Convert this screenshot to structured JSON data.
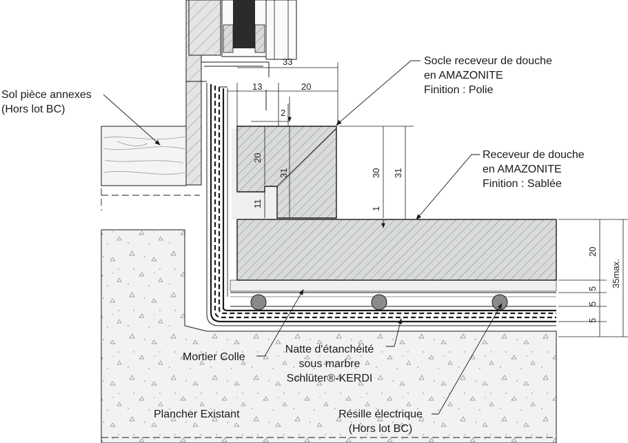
{
  "labels": {
    "sol": [
      "Sol pièce annexes",
      "(Hors lot BC)"
    ],
    "socle": [
      "Socle receveur de douche",
      "en AMAZONITE",
      "Finition : Polie"
    ],
    "receveur": [
      "Receveur de douche",
      "en AMAZONITE",
      "Finition : Sablée"
    ],
    "mortier": "Mortier Colle",
    "natte": [
      "Natte d'étanchéité",
      "sous marbre",
      "Schlüter®-KERDI"
    ],
    "plancher": "Plancher Existant",
    "resille": [
      "Résille électrique",
      "(Hors lot BC)"
    ]
  },
  "dimensions": {
    "d33": "33",
    "d13": "13",
    "d20_top": "20",
    "d2": "2",
    "d20_socle": "20",
    "d31_socle": "31",
    "d11": "11",
    "d30": "30",
    "d31_right": "31",
    "d1": "1",
    "d20_receveur": "20",
    "d5a": "5",
    "d5b": "5",
    "d5c": "5",
    "d35max": "35max."
  },
  "colors": {
    "line": "#1a1a1a",
    "stone_fill": "#d8dbd8",
    "mortar_fill": "#efefef",
    "wood_fill": "#f4f4f4"
  }
}
